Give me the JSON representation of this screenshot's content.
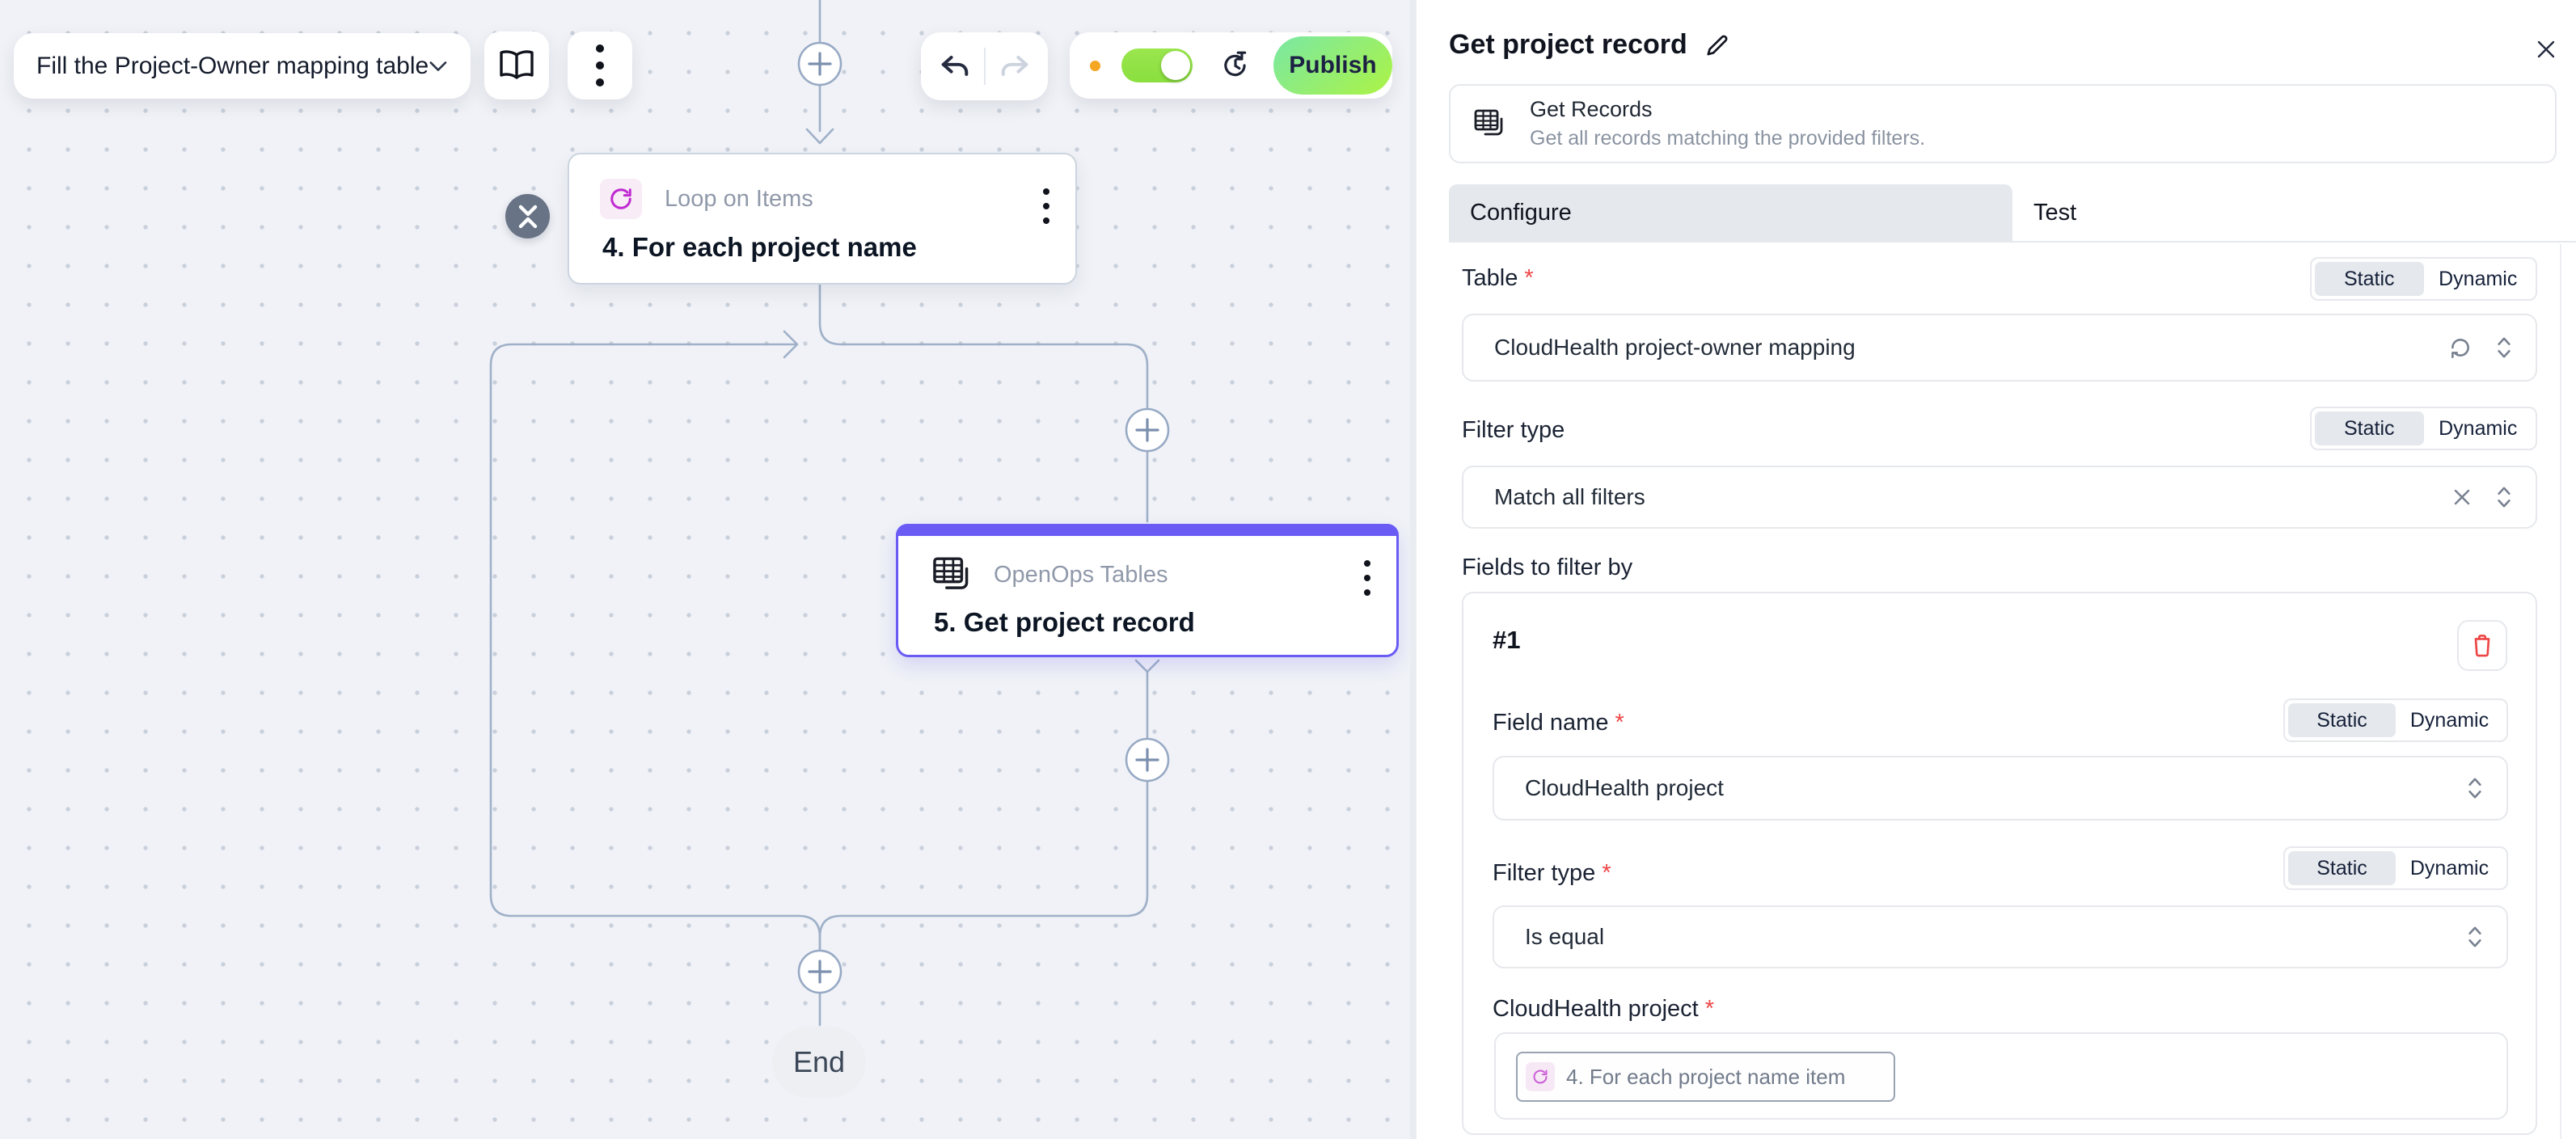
{
  "canvas": {
    "flow_selector": {
      "label": "Fill the Project-Owner mapping table"
    },
    "publish_label": "Publish",
    "nodes": {
      "loop": {
        "app": "Loop on Items",
        "title": "4. For each project name"
      },
      "tables": {
        "app": "OpenOps Tables",
        "title": "5. Get project record"
      }
    },
    "end_label": "End"
  },
  "panel": {
    "title": "Get project record",
    "action_name": "Get Records",
    "action_description": "Get all records matching the provided filters.",
    "tab_configure": "Configure",
    "tab_test": "Test",
    "static_label": "Static",
    "dynamic_label": "Dynamic",
    "required_marker": "*",
    "table_label": "Table",
    "table_value": "CloudHealth project-owner mapping",
    "filter_type_label": "Filter type",
    "filter_type_value": "Match all filters",
    "fields_to_filter_by_label": "Fields to filter by",
    "filter_index": "#1",
    "field_name_label": "Field name",
    "field_name_value": "CloudHealth project",
    "row_filter_type_label": "Filter type",
    "row_filter_type_value": "Is equal",
    "project_label": "CloudHealth project",
    "project_chip": "4. For each project name item"
  },
  "colors": {
    "accent_purple": "#6a5bf5",
    "publish_green_start": "#7fe99b",
    "publish_green_end": "#a7f24e",
    "toggle_green": "#8fe04a",
    "status_dot_orange": "#f5a623",
    "danger_red": "#ee4545",
    "loop_icon_magenta": "#c02ad2",
    "connector": "#9fb0c8"
  },
  "icons": [
    "chevron-down-icon",
    "book-open-icon",
    "kebab-menu-icon",
    "undo-icon",
    "redo-icon",
    "status-dot",
    "toggle-switch",
    "history-icon",
    "publish-button",
    "collapse-loop-icon",
    "loop-icon",
    "tables-icon",
    "edit-pencil-icon",
    "close-icon",
    "refresh-icon",
    "select-expand-icon",
    "clear-icon",
    "trash-icon",
    "add-step-plus-icon",
    "arrowhead-icon"
  ]
}
